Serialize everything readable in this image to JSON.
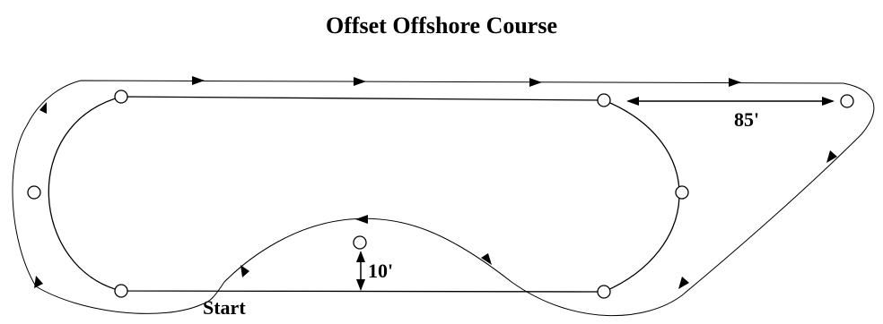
{
  "title": "Offset Offshore Course",
  "labels": {
    "dimension_right": "85'",
    "dimension_center": "10'",
    "start": "Start"
  },
  "colors": {
    "line": "#000000",
    "background": "#ffffff"
  }
}
